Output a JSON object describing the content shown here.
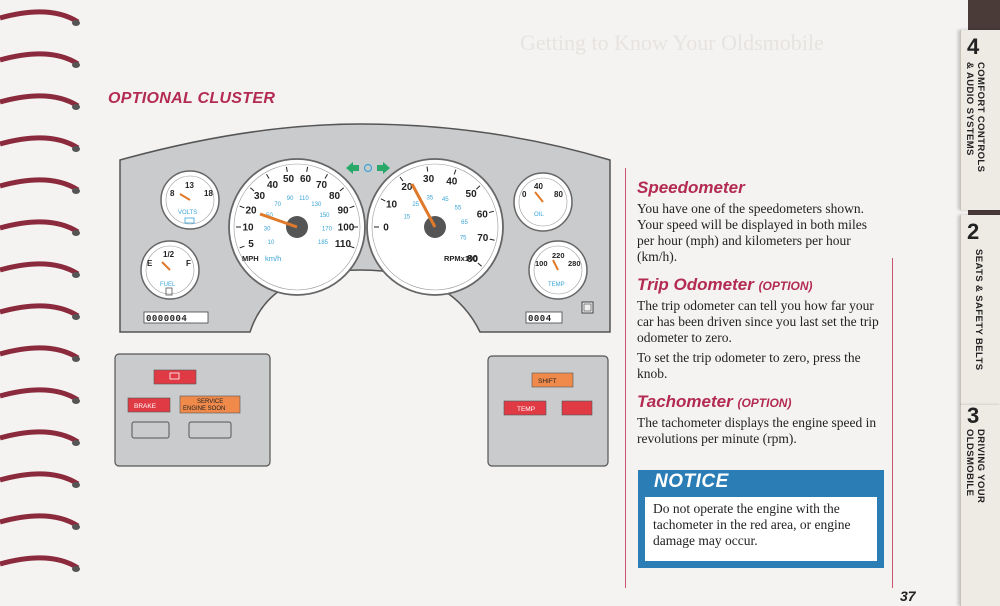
{
  "header": {
    "ghost_text": "Getting to Know Your Oldsmobile"
  },
  "section_title": "OPTIONAL CLUSTER",
  "cluster": {
    "volts": {
      "ticks": [
        "8",
        "13",
        "18"
      ],
      "label": "VOLTS"
    },
    "fuel": {
      "ticks": [
        "E",
        "1/2",
        "F"
      ],
      "label": "FUEL"
    },
    "speedometer": {
      "outer_ticks": [
        "5",
        "10",
        "20",
        "30",
        "40",
        "50",
        "60",
        "70",
        "80",
        "90",
        "100",
        "110"
      ],
      "inner_ticks": [
        "10",
        "30",
        "50",
        "70",
        "90",
        "110",
        "130",
        "150",
        "170",
        "185"
      ],
      "label_mph": "MPH",
      "label_kmh": "km/h"
    },
    "tachometer": {
      "ticks": [
        "0",
        "10",
        "20",
        "30",
        "40",
        "50",
        "60",
        "70",
        "80"
      ],
      "inner_ticks": [
        "15",
        "25",
        "35",
        "45",
        "55",
        "65",
        "75"
      ],
      "label": "RPMx100"
    },
    "oil": {
      "ticks": [
        "0",
        "40",
        "80"
      ],
      "label": "OIL"
    },
    "temp": {
      "ticks": [
        "100",
        "220",
        "280"
      ],
      "label": "TEMP"
    },
    "odometer": "0000004",
    "trip_odometer": "0004",
    "left_panel": {
      "brake": "BRAKE",
      "service_line1": "SERVICE",
      "service_line2": "ENGINE SOON"
    },
    "right_panel": {
      "shift": "SHIFT",
      "temp": "TEMP"
    }
  },
  "speedometer_section": {
    "heading": "Speedometer",
    "body": "You have one of the speedometers shown. Your speed will be displayed in both miles per hour (mph) and kilometers per hour (km/h)."
  },
  "trip_section": {
    "heading": "Trip Odometer",
    "heading_note": "(OPTION)",
    "body1": "The trip odometer can tell you how far your car has been driven since you last set the trip odometer to zero.",
    "body2": "To set the trip odometer to zero, press the knob."
  },
  "tach_section": {
    "heading": "Tachometer",
    "heading_note": "(OPTION)",
    "body": "The tachometer displays the engine speed in revolutions per minute (rpm)."
  },
  "notice": {
    "title": "NOTICE",
    "body": "Do not operate the engine with the tachometer in the red area, or engine damage may occur."
  },
  "page_number": "37",
  "tabs": [
    {
      "number": "4",
      "text": "COMFORT CONTROLS\n& AUDIO SYSTEMS"
    },
    {
      "number": "2",
      "text": "SEATS & SAFETY BELTS"
    },
    {
      "number": "3",
      "text": "DRIVING YOUR\nOLDSMOBILE"
    }
  ],
  "colors": {
    "accent": "#b32a52",
    "notice_blue": "#2a7db5",
    "gauge_blue": "#3aa4d8",
    "panel_gray": "#c9cbcd",
    "warning_red": "#e03a45",
    "warning_orange": "#f08a4a"
  }
}
